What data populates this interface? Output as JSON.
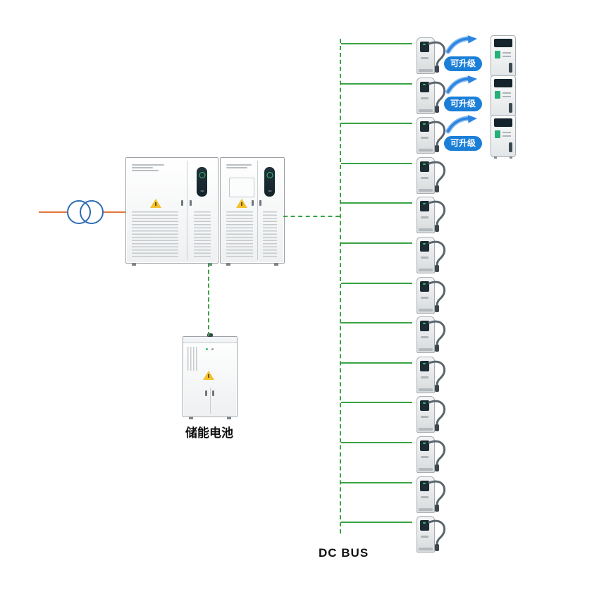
{
  "labels": {
    "storage_battery": "储能电池",
    "dc_bus": "DC BUS",
    "upgrade_badge": "可升级"
  },
  "colors": {
    "bus_green": "#3aa345",
    "wire_orange": "#e2763b",
    "transformer_blue": "#2e6cb5",
    "badge_blue": "#1b7fd8"
  },
  "icons": {
    "transformer": "transformer-icon",
    "charging_pile": "charging-pile-icon",
    "charging_terminal": "charging-terminal-icon",
    "upgrade_arrow": "upgrade-arrow-icon"
  },
  "diagram": {
    "rows": [
      {
        "upgradable": true
      },
      {
        "upgradable": true
      },
      {
        "upgradable": true
      },
      {
        "upgradable": false
      },
      {
        "upgradable": false
      },
      {
        "upgradable": false
      },
      {
        "upgradable": false
      },
      {
        "upgradable": false
      },
      {
        "upgradable": false
      },
      {
        "upgradable": false
      },
      {
        "upgradable": false
      },
      {
        "upgradable": false
      },
      {
        "upgradable": false
      }
    ]
  }
}
